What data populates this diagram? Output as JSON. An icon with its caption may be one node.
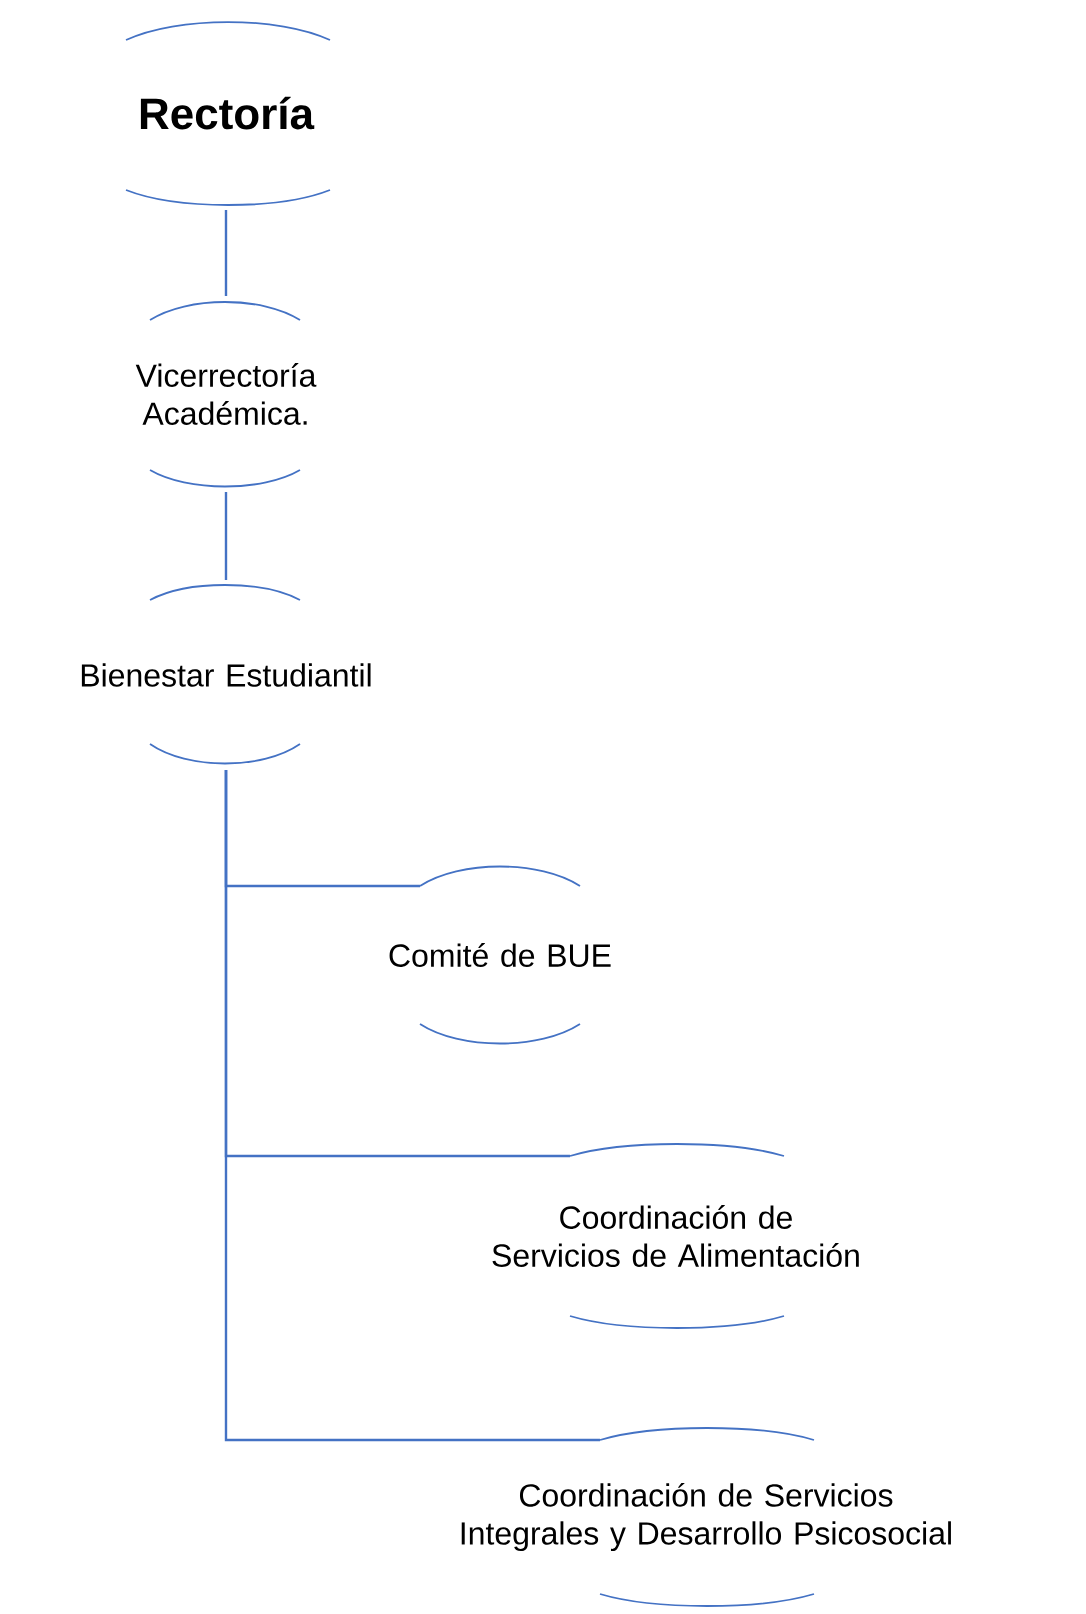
{
  "diagram": {
    "nodes": [
      {
        "text": [
          "Rectoría"
        ]
      },
      {
        "text": [
          "Vicerrectoría Académica."
        ]
      },
      {
        "text": [
          "Bienestar Estudiantil"
        ]
      },
      {
        "text": [
          "Comité de BUE"
        ]
      },
      {
        "text": [
          "Coordinación de Servicios de Alimentación"
        ]
      },
      {
        "text": [
          "Coordinación de Servicios Integrales y Desarrollo Psicosocial"
        ]
      }
    ],
    "edges": [
      {
        "from": 0,
        "to": 1,
        "arrow": "none"
      },
      {
        "from": 1,
        "to": 2,
        "arrow": "none"
      },
      {
        "from": 2,
        "to": 3,
        "arrow": "none"
      },
      {
        "from": 2,
        "to": 4,
        "arrow": "none"
      },
      {
        "from": 2,
        "to": 5,
        "arrow": "none"
      }
    ]
  }
}
